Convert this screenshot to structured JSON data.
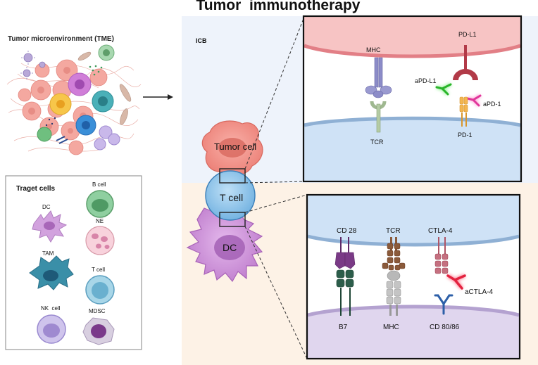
{
  "title": "Tumor  immunotherapy",
  "tme_label": "Tumor microenvironment (TME)",
  "icb_label": "ICB",
  "target_panel": {
    "title": "Traget cells",
    "cells": {
      "b_cell": "B cell",
      "dc": "DC",
      "ne": "NE",
      "tam": "TAM",
      "t_cell": "T cell",
      "nk_cell": "NK  cell",
      "mdsc": "MDSC"
    }
  },
  "center": {
    "tumor_cell": "Tumor cell",
    "t_cell": "T cell",
    "dc": "DC"
  },
  "top_inset": {
    "mhc": "MHC",
    "tcr": "TCR",
    "pd_l1": "PD-L1",
    "apd_l1": "aPD-L1",
    "apd_1": "aPD-1",
    "pd_1": "PD-1"
  },
  "bottom_inset": {
    "cd28": "CD 28",
    "tcr": "TCR",
    "ctla4": "CTLA-4",
    "actla4": "aCTLA-4",
    "b7": "B7",
    "mhc": "MHC",
    "cd80_86": "CD 80/86"
  },
  "colors": {
    "icb_bg": "#eef3fb",
    "lower_bg": "#fdf2e6",
    "tumor": "#f28b82",
    "t_cell": "#8cc3ea",
    "dc": "#c98ad6",
    "pd_l1": "#b23a48",
    "antibody_green": "#3ec43e",
    "antibody_pink": "#e0369a",
    "antibody_red": "#e3223f",
    "cd28": "#5e2a68",
    "b7": "#2c5d4a",
    "tcr_brown": "#8a5a3a",
    "ctla4": "#b05566",
    "cd80": "#2d5fa8"
  }
}
